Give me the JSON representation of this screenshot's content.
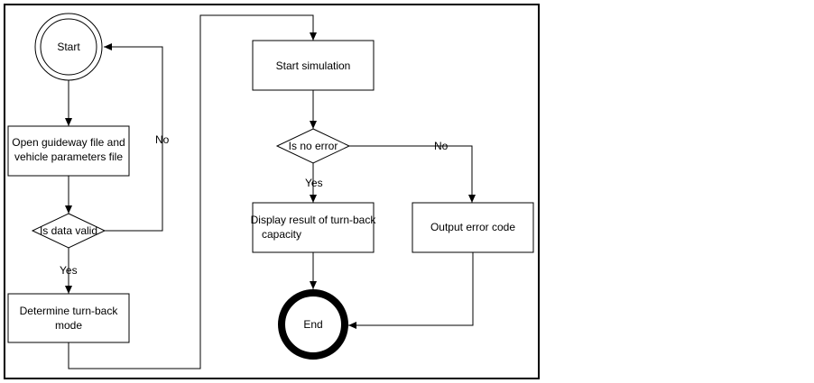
{
  "nodes": {
    "start": "Start",
    "open_file_line1": "Open guideway file and",
    "open_file_line2": "vehicle parameters file",
    "is_data_valid": "Is data valid",
    "determine_line1": "Determine turn-back",
    "determine_line2": "mode",
    "start_simulation": "Start simulation",
    "is_no_error": "Is no error",
    "display_line1": "Display result of turn-back",
    "display_line2": "capacity",
    "output_error": "Output error code",
    "end": "End"
  },
  "edges": {
    "data_valid_no": "No",
    "data_valid_yes": "Yes",
    "no_error_yes": "Yes",
    "no_error_no": "No"
  }
}
